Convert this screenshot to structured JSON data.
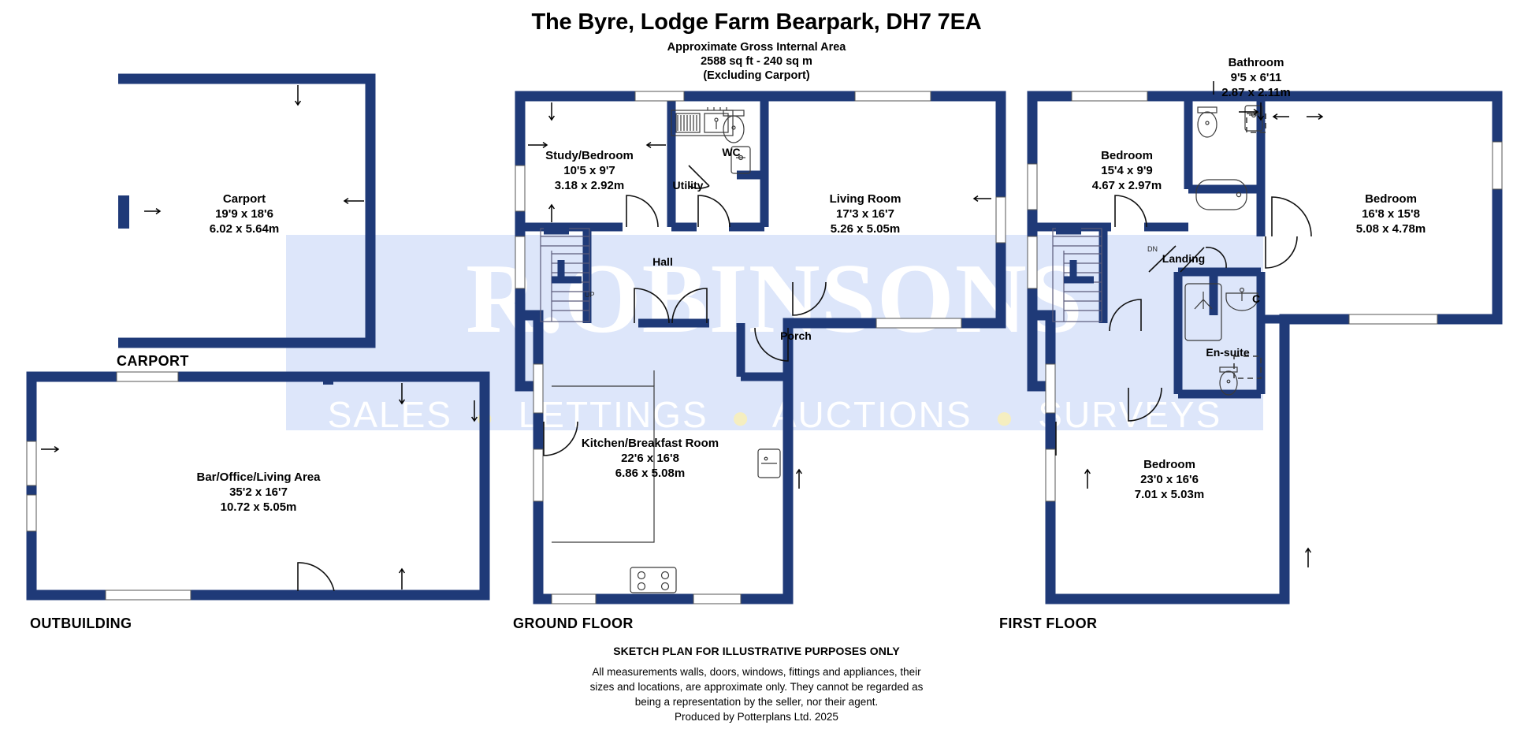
{
  "header": {
    "title": "The Byre, Lodge Farm Bearpark, DH7 7EA",
    "area_line1": "Approximate Gross Internal Area",
    "area_line2": "2588 sq ft - 240 sq m",
    "area_line3": "(Excluding Carport)"
  },
  "watermark": {
    "brand": "R.OBINSONS",
    "services_1": "SALES",
    "services_2": "LETTINGS",
    "services_3": "AUCTIONS",
    "services_4": "SURVEYS",
    "separator": "●",
    "band_color": "#dde6fa",
    "text_color": "#ffffff"
  },
  "colors": {
    "wall": "#1f3a78",
    "wall_dark": "#1b2f63",
    "fixture_line": "#3a3a3a",
    "text": "#000000",
    "page_bg": "#ffffff"
  },
  "floors": [
    {
      "id": "carport",
      "caption": "CARPORT"
    },
    {
      "id": "outbuilding",
      "caption": "OUTBUILDING"
    },
    {
      "id": "ground",
      "caption": "GROUND FLOOR"
    },
    {
      "id": "first",
      "caption": "FIRST FLOOR"
    }
  ],
  "rooms": {
    "carport": {
      "name": "Carport",
      "imperial": "19'9 x 18'6",
      "metric": "6.02 x 5.64m"
    },
    "bar_office": {
      "name": "Bar/Office/Living Area",
      "imperial": "35'2 x 16'7",
      "metric": "10.72 x 5.05m"
    },
    "study_bedroom": {
      "name": "Study/Bedroom",
      "imperial": "10'5 x 9'7",
      "metric": "3.18 x 2.92m"
    },
    "living_room": {
      "name": "Living Room",
      "imperial": "17'3 x 16'7",
      "metric": "5.26 x 5.05m"
    },
    "kitchen_breakfast": {
      "name": "Kitchen/Breakfast Room",
      "imperial": "22'6 x 16'8",
      "metric": "6.86 x 5.08m"
    },
    "wc": {
      "name": "WC"
    },
    "utility": {
      "name": "Utility"
    },
    "hall": {
      "name": "Hall"
    },
    "porch": {
      "name": "Porch"
    },
    "bathroom": {
      "name": "Bathroom",
      "imperial": "9'5 x 6'11",
      "metric": "2.87 x 2.11m"
    },
    "bedroom_1": {
      "name": "Bedroom",
      "imperial": "15'4 x 9'9",
      "metric": "4.67 x 2.97m"
    },
    "bedroom_2": {
      "name": "Bedroom",
      "imperial": "16'8 x 15'8",
      "metric": "5.08 x 4.78m"
    },
    "bedroom_3": {
      "name": "Bedroom",
      "imperial": "23'0 x 16'6",
      "metric": "7.01 x 5.03m"
    },
    "landing": {
      "name": "Landing"
    },
    "ensuite": {
      "name": "En-suite"
    },
    "cupboard": {
      "name": "C"
    }
  },
  "stair_markers": {
    "ground_up": "UP",
    "first_dn": "DN"
  },
  "footer": {
    "heading": "SKETCH PLAN FOR ILLUSTRATIVE PURPOSES ONLY",
    "line1": "All measurements walls, doors, windows, fittings and appliances, their",
    "line2": "sizes and locations, are approximate only. They cannot be regarded as",
    "line3": "being a representation by the seller, nor their agent.",
    "produced_by": "Produced by Potterplans Ltd. 2025"
  }
}
